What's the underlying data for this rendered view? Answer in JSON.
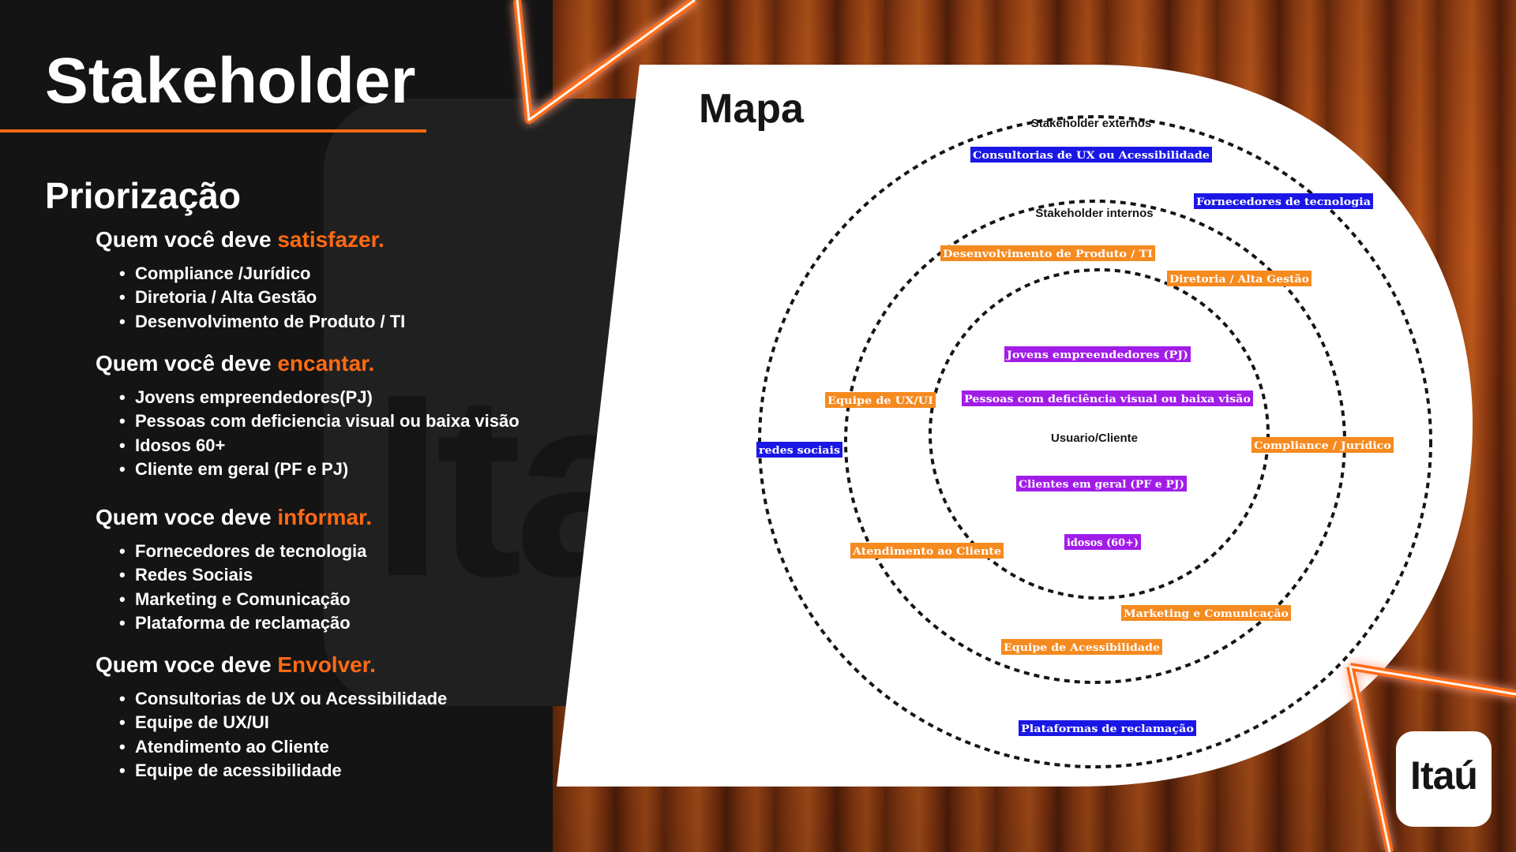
{
  "page": {
    "title": "Stakeholder",
    "subtitle": "Priorização",
    "brand_logo": "Itaú"
  },
  "colors": {
    "accent": "#ff6a13",
    "orange_label": "#f58a1f",
    "blue_label": "#1a17e6",
    "purple_label": "#a21ce8",
    "background": "#141414"
  },
  "groups": [
    {
      "prefix": "Quem você deve ",
      "verb": "satisfazer.",
      "items": [
        "Compliance /Jurídico",
        "Diretoria / Alta Gestão",
        "Desenvolvimento de Produto / TI"
      ]
    },
    {
      "prefix": "Quem você deve ",
      "verb": "encantar.",
      "items": [
        "Jovens empreendedores(PJ)",
        "Pessoas com deficiencia visual ou baixa visão",
        "Idosos 60+",
        "Cliente em geral (PF e PJ)"
      ]
    },
    {
      "prefix": "Quem voce deve ",
      "verb": "informar.",
      "items": [
        "Fornecedores de tecnologia",
        "Redes Sociais",
        "Marketing e Comunicação",
        "Plataforma de reclamação"
      ]
    },
    {
      "prefix": "Quem voce deve ",
      "verb": "Envolver.",
      "items": [
        "Consultorias de UX ou Acessibilidade",
        "Equipe de UX/UI",
        "Atendimento ao Cliente",
        "Equipe de acessibilidade"
      ]
    }
  ],
  "map": {
    "title": "Mapa",
    "ring_labels": {
      "outer": "Stakeholder externos",
      "middle": "Stakeholder internos",
      "inner": "Usuario/Cliente"
    },
    "labels": [
      {
        "text": "Consultorias de UX ou Acessibilidade",
        "tone": "blue"
      },
      {
        "text": "Fornecedores de tecnologia",
        "tone": "blue"
      },
      {
        "text": "Desenvolvimento de Produto / TI",
        "tone": "orange"
      },
      {
        "text": "Diretoria / Alta Gestão",
        "tone": "orange"
      },
      {
        "text": "Jovens empreendedores (PJ)",
        "tone": "purple"
      },
      {
        "text": "Equipe de UX/UI",
        "tone": "orange"
      },
      {
        "text": "Pessoas com deficiência visual ou baixa visão",
        "tone": "purple"
      },
      {
        "text": "redes sociais",
        "tone": "blue"
      },
      {
        "text": "Compliance / Jurídico",
        "tone": "orange"
      },
      {
        "text": "Clientes em geral (PF e PJ)",
        "tone": "purple"
      },
      {
        "text": "idosos (60+)",
        "tone": "purple"
      },
      {
        "text": "Atendimento ao Cliente",
        "tone": "orange"
      },
      {
        "text": "Marketing e Comunicação",
        "tone": "orange"
      },
      {
        "text": "Equipe de Acessibilidade",
        "tone": "orange"
      },
      {
        "text": "Plataformas de reclamação",
        "tone": "blue"
      }
    ]
  }
}
